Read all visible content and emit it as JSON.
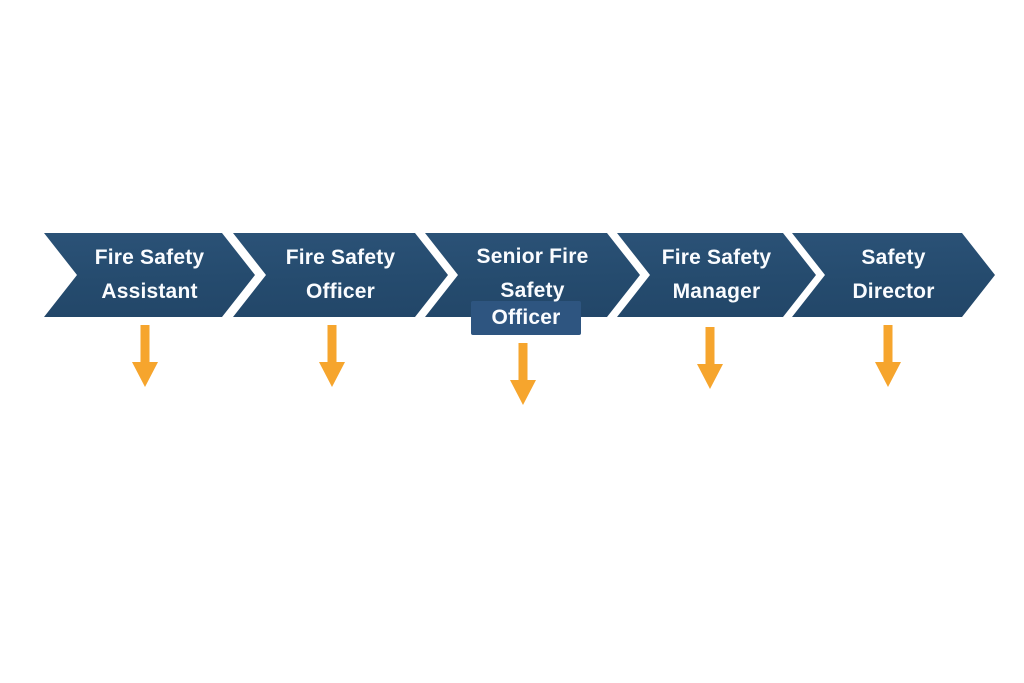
{
  "diagram": {
    "type": "process-chevron-progression",
    "title": "",
    "steps": [
      {
        "label_lines": [
          "Fire Safety",
          "Assistant"
        ]
      },
      {
        "label_lines": [
          "Fire Safety",
          "Officer"
        ]
      },
      {
        "label_lines": [
          "Senior Fire",
          "Safety",
          "Officer"
        ]
      },
      {
        "label_lines": [
          "Fire Safety",
          "Manager"
        ]
      },
      {
        "label_lines": [
          "Safety",
          "Director"
        ]
      }
    ],
    "colors": {
      "chevron_fill": "#254b6e",
      "chevron_fill_top": "#2b5277",
      "overflow_chip_fill": "#2e5580",
      "arrow_fill": "#f6a52d",
      "label_text": "#fafcff",
      "background": "#ffffff"
    }
  }
}
